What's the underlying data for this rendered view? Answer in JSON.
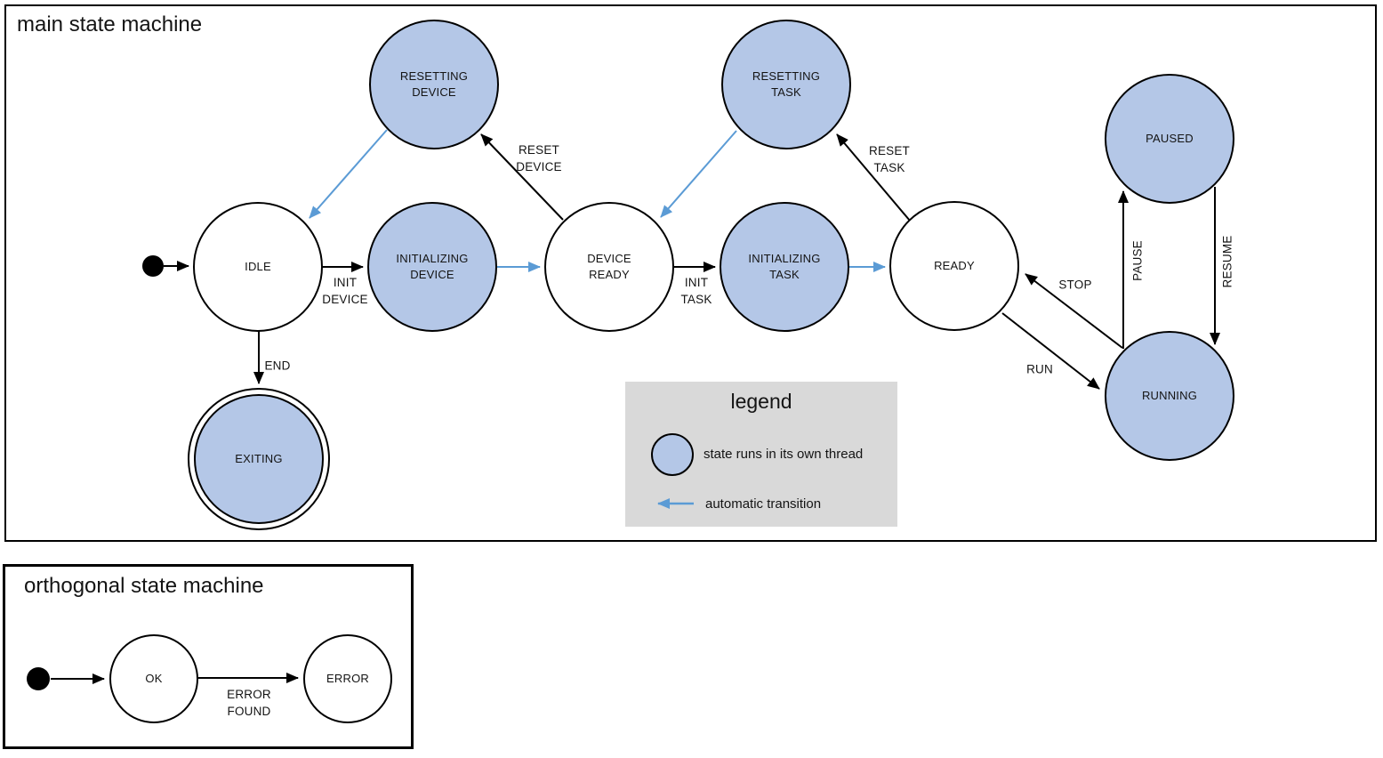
{
  "colors": {
    "threaded_state_fill": "#b4c7e7",
    "plain_state_fill": "#ffffff",
    "automatic_transition_blue": "#5b9bd5",
    "legend_background": "#d9d9d9",
    "stroke": "#000000"
  },
  "main_machine": {
    "title": "main state machine",
    "states": [
      {
        "name": "resetting-device",
        "label": "RESETTING\nDEVICE",
        "threaded": true,
        "final": false
      },
      {
        "name": "resetting-task",
        "label": "RESETTING\nTASK",
        "threaded": true,
        "final": false
      },
      {
        "name": "paused",
        "label": "PAUSED",
        "threaded": true,
        "final": false
      },
      {
        "name": "idle",
        "label": "IDLE",
        "threaded": false,
        "final": false
      },
      {
        "name": "initializing-device",
        "label": "INITIALIZING\nDEVICE",
        "threaded": true,
        "final": false
      },
      {
        "name": "device-ready",
        "label": "DEVICE\nREADY",
        "threaded": false,
        "final": false
      },
      {
        "name": "initializing-task",
        "label": "INITIALIZING\nTASK",
        "threaded": true,
        "final": false
      },
      {
        "name": "ready",
        "label": "READY",
        "threaded": false,
        "final": false
      },
      {
        "name": "running",
        "label": "RUNNING",
        "threaded": true,
        "final": false
      },
      {
        "name": "exiting",
        "label": "EXITING",
        "threaded": true,
        "final": true
      }
    ],
    "transitions": [
      {
        "from": "initial",
        "to": "idle",
        "label": "",
        "automatic": false
      },
      {
        "from": "idle",
        "to": "initializing-device",
        "label": "INIT\nDEVICE",
        "automatic": false
      },
      {
        "from": "initializing-device",
        "to": "device-ready",
        "label": "",
        "automatic": true
      },
      {
        "from": "device-ready",
        "to": "resetting-device",
        "label": "RESET\nDEVICE",
        "automatic": false
      },
      {
        "from": "resetting-device",
        "to": "idle",
        "label": "",
        "automatic": true
      },
      {
        "from": "device-ready",
        "to": "initializing-task",
        "label": "INIT\nTASK",
        "automatic": false
      },
      {
        "from": "initializing-task",
        "to": "ready",
        "label": "",
        "automatic": true
      },
      {
        "from": "ready",
        "to": "resetting-task",
        "label": "RESET\nTASK",
        "automatic": false
      },
      {
        "from": "resetting-task",
        "to": "device-ready",
        "label": "",
        "automatic": true
      },
      {
        "from": "ready",
        "to": "running",
        "label": "RUN",
        "automatic": false
      },
      {
        "from": "running",
        "to": "ready",
        "label": "STOP",
        "automatic": false
      },
      {
        "from": "running",
        "to": "paused",
        "label": "PAUSE",
        "automatic": false
      },
      {
        "from": "paused",
        "to": "running",
        "label": "RESUME",
        "automatic": false
      },
      {
        "from": "idle",
        "to": "exiting",
        "label": "END",
        "automatic": false
      }
    ]
  },
  "legend": {
    "title": "legend",
    "items": [
      {
        "symbol": "threaded-state-circle",
        "label": "state runs in its own thread"
      },
      {
        "symbol": "blue-arrow",
        "label": "automatic transition"
      }
    ]
  },
  "orthogonal_machine": {
    "title": "orthogonal state machine",
    "states": [
      {
        "name": "ok",
        "label": "OK",
        "threaded": false,
        "final": false
      },
      {
        "name": "error",
        "label": "ERROR",
        "threaded": false,
        "final": false
      }
    ],
    "transitions": [
      {
        "from": "initial",
        "to": "ok",
        "label": "",
        "automatic": false
      },
      {
        "from": "ok",
        "to": "error",
        "label": "ERROR\nFOUND",
        "automatic": false
      }
    ]
  }
}
